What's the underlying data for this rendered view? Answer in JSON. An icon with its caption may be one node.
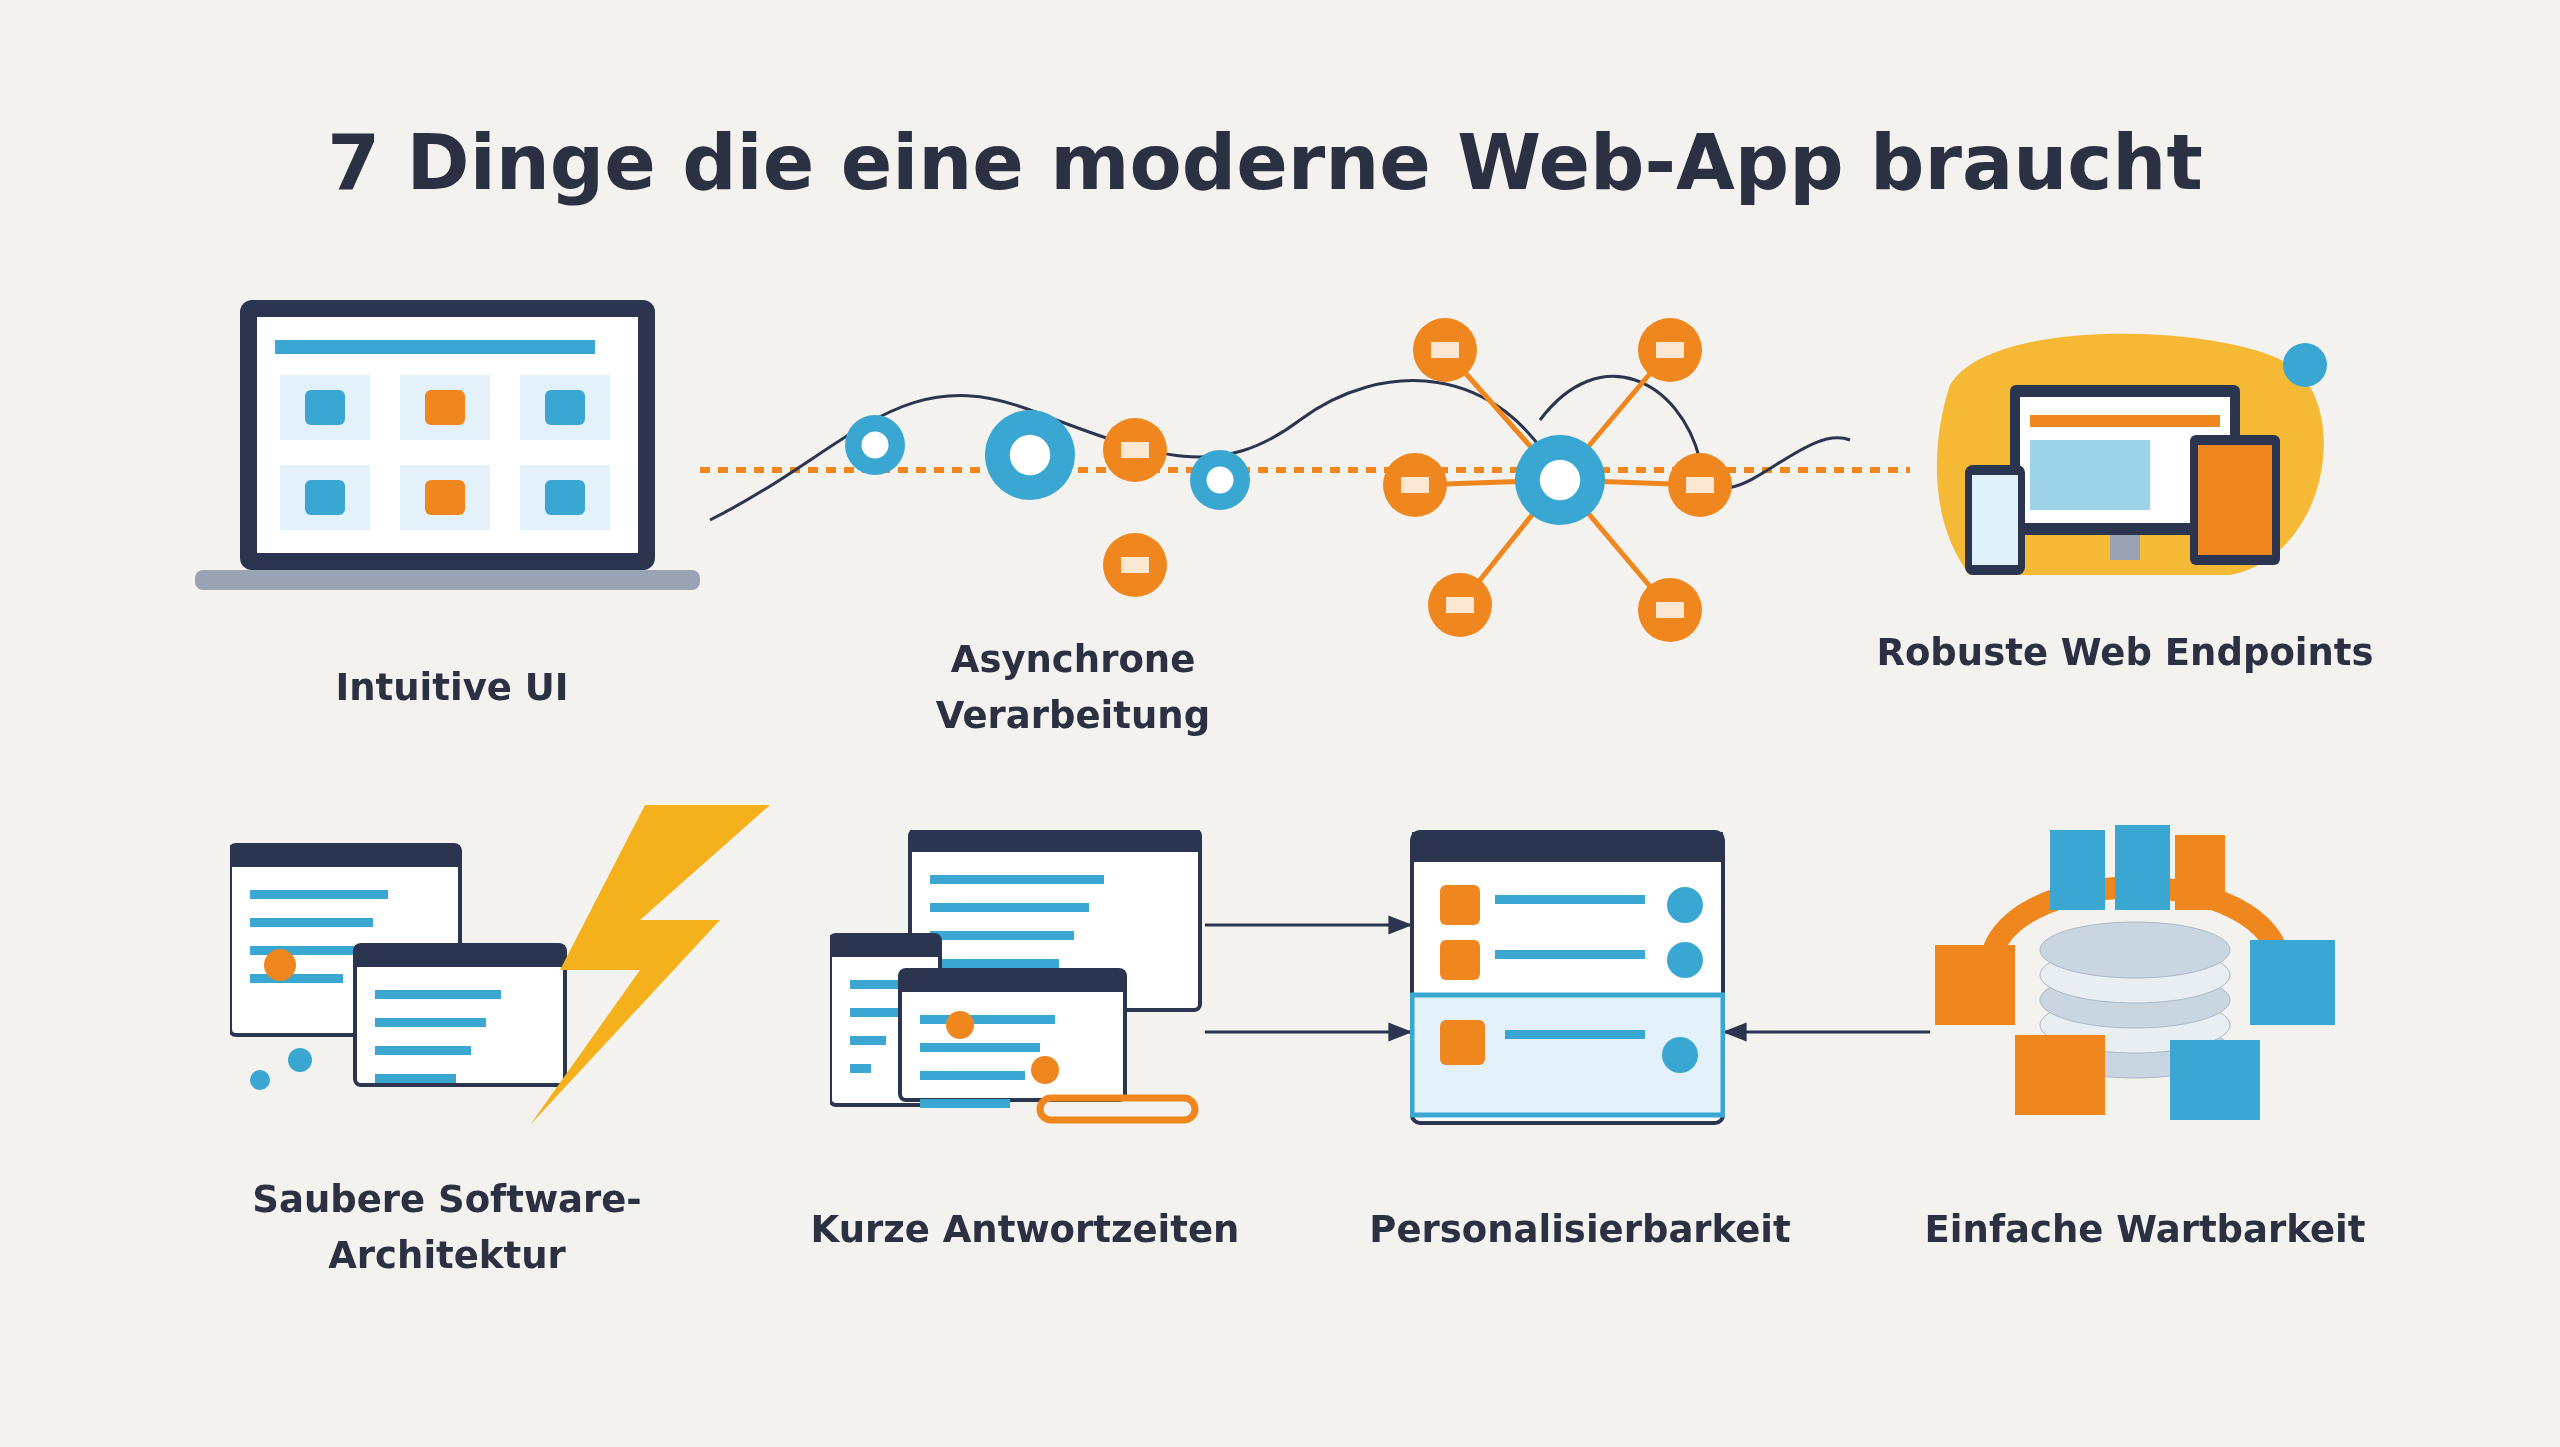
{
  "diagram": {
    "title": "7 Dinge die eine moderne Web-App braucht",
    "nodes": [
      {
        "text": [
          "Intuitive UI"
        ]
      },
      {
        "text": [
          "Asynchrone Verarbeitung"
        ]
      },
      {
        "text": [
          "Robuste Web Endpoints"
        ]
      },
      {
        "text": [
          "Saubere Software-Architektur"
        ]
      },
      {
        "text": [
          "Kurze Antwortzeiten"
        ]
      },
      {
        "text": [
          "Personalisierbarkeit"
        ]
      },
      {
        "text": [
          "Einfache Wartbarkeit"
        ]
      }
    ],
    "edges": [
      {
        "from": 4,
        "to": 5,
        "arrow": "to"
      },
      {
        "from": 4,
        "to": 5,
        "arrow": "to"
      },
      {
        "from": 6,
        "to": 5,
        "arrow": "to"
      }
    ]
  }
}
